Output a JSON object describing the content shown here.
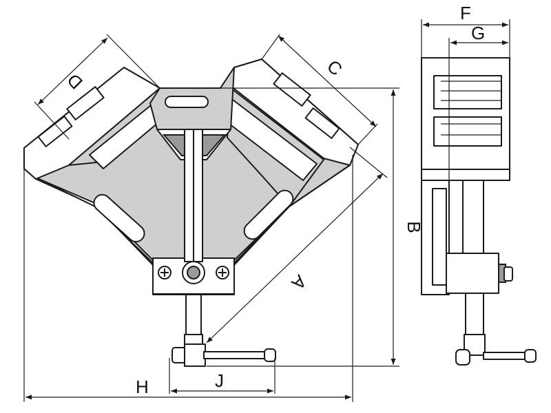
{
  "dimension_labels": {
    "a": "A",
    "b": "B",
    "c": "C",
    "d": "D",
    "f": "F",
    "g": "G",
    "h": "H",
    "j": "J"
  }
}
